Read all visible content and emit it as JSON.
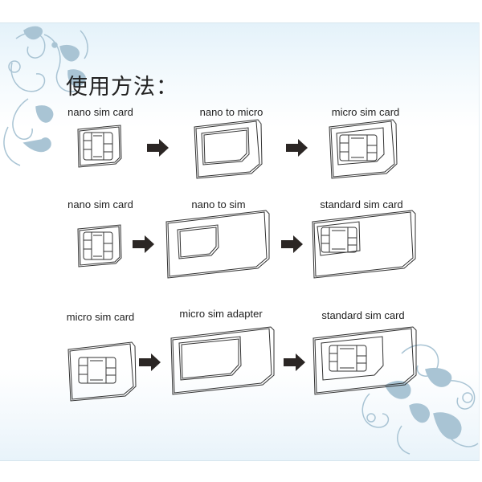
{
  "title": "使用方法：",
  "rows": [
    {
      "steps": [
        {
          "label": "nano sim card"
        },
        {
          "label": "nano to micro"
        },
        {
          "label": "micro sim card"
        }
      ]
    },
    {
      "steps": [
        {
          "label": "nano sim card"
        },
        {
          "label": "nano to sim"
        },
        {
          "label": "standard sim card"
        }
      ]
    },
    {
      "steps": [
        {
          "label": "micro sim card"
        },
        {
          "label": "micro sim adapter"
        },
        {
          "label": "standard sim card"
        }
      ]
    }
  ],
  "icons": {
    "arrow": "arrow-right-icon",
    "ornament": "floral-swirl-ornament"
  },
  "colors": {
    "panel_top": "#e4f2fa",
    "ornament": "#a9c4d4",
    "ink": "#222222",
    "arrow": "#2b2624"
  }
}
